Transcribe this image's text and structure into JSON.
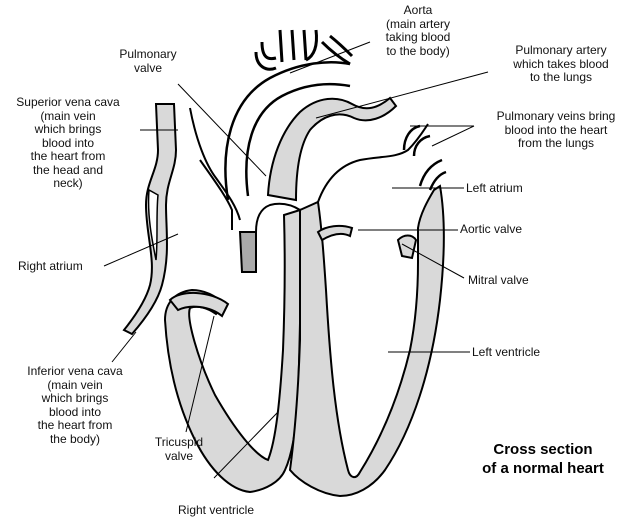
{
  "colors": {
    "fill": "#d9d9d9",
    "dark_fill": "#aaaaaa",
    "stroke": "#000000"
  },
  "title": "Cross section\nof a normal heart",
  "labels": {
    "aorta": "Aorta\n(main artery\ntaking blood\nto the body)",
    "pulmonary_valve": "Pulmonary\nvalve",
    "pulmonary_artery": "Pulmonary artery\nwhich takes blood\nto the lungs",
    "superior_vena_cava": "Superior vena cava\n(main vein\nwhich brings\nblood into\nthe heart from\nthe head and\nneck)",
    "pulmonary_veins": "Pulmonary veins bring\nblood into the heart\nfrom the lungs",
    "left_atrium": "Left atrium",
    "aortic_valve": "Aortic valve",
    "right_atrium": "Right atrium",
    "mitral_valve": "Mitral valve",
    "left_ventricle": "Left ventricle",
    "inferior_vena_cava": "Inferior vena cava\n(main vein\nwhich brings\nblood into\nthe heart from\nthe body)",
    "tricuspid_valve": "Tricuspid\nvalve",
    "right_ventricle": "Right ventricle"
  }
}
